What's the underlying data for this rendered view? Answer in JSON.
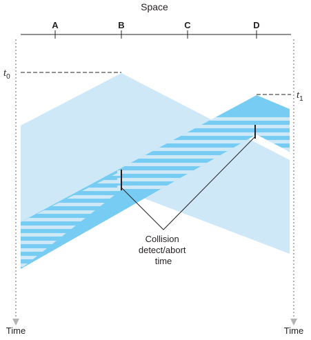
{
  "title": "Space",
  "nodes": [
    "A",
    "B",
    "C",
    "D"
  ],
  "time_label_left": "Time",
  "time_label_right": "Time",
  "t0": {
    "main": "t",
    "sub": "0"
  },
  "t1": {
    "main": "t",
    "sub": "1"
  },
  "annotation": [
    "Collision",
    "detect/abort",
    "time"
  ],
  "colors": {
    "light_blue": "#cfe8f8",
    "medium_blue": "#76ccf3",
    "line": "#231f20",
    "dotted": "#b3b3b3"
  }
}
